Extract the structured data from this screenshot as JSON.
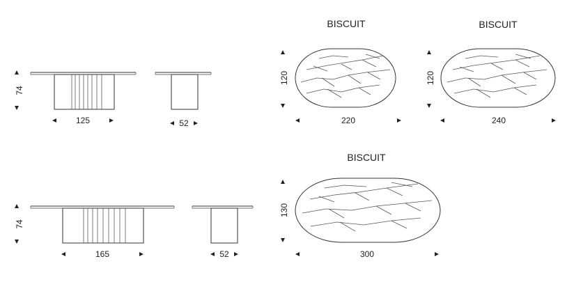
{
  "titles": {
    "top_left_oval": "BISCUIT",
    "top_right_oval": "BISCUIT",
    "bottom_oval": "BISCUIT"
  },
  "dimensions": {
    "row1_height": "74",
    "row1_front_width": "125",
    "row1_side_depth": "52",
    "row2_height": "74",
    "row2_front_width": "165",
    "row2_side_depth": "52",
    "oval1_depth": "120",
    "oval1_length": "220",
    "oval2_depth": "120",
    "oval2_length": "240",
    "oval3_depth": "130",
    "oval3_length": "300"
  },
  "colors": {
    "ink": "#222222",
    "background": "#ffffff"
  }
}
